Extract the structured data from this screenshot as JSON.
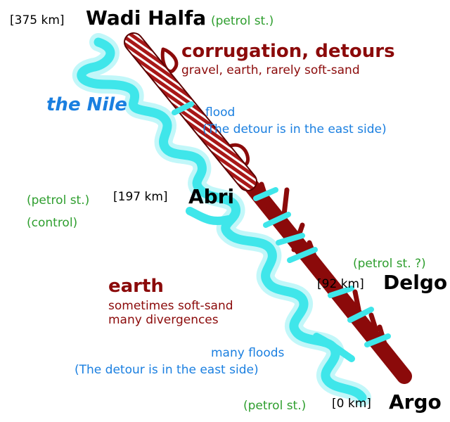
{
  "towns": {
    "wadi_halfa": {
      "km": "[375 km]",
      "name": "Wadi Halfa",
      "petrol": "(petrol st.)"
    },
    "abri": {
      "petrol": "(petrol st.)",
      "km": "[197 km]",
      "name": "Abri",
      "control": "(control)"
    },
    "delgo": {
      "petrol": "(petrol st. ?)",
      "km": "[92 km]",
      "name": "Delgo"
    },
    "argo": {
      "petrol": "(petrol st.)",
      "km": "[0 km]",
      "name": "Argo"
    }
  },
  "road_north": {
    "heading": "corrugation, detours",
    "detail": "gravel, earth, rarely soft-sand"
  },
  "road_south": {
    "heading": "earth",
    "detail_1": "sometimes soft-sand",
    "detail_2": "many divergences"
  },
  "river": {
    "name": "the Nile",
    "flood_north": "flood",
    "flood_north_note": "(The detour is in the east side)",
    "flood_south": "many floods",
    "flood_south_note": "(The detour is in the east side)"
  },
  "colors": {
    "road": "#8b0a0a",
    "river": "#3fe6ea",
    "petrol_text": "#2e9e2e",
    "river_text": "#1a7fe0"
  }
}
